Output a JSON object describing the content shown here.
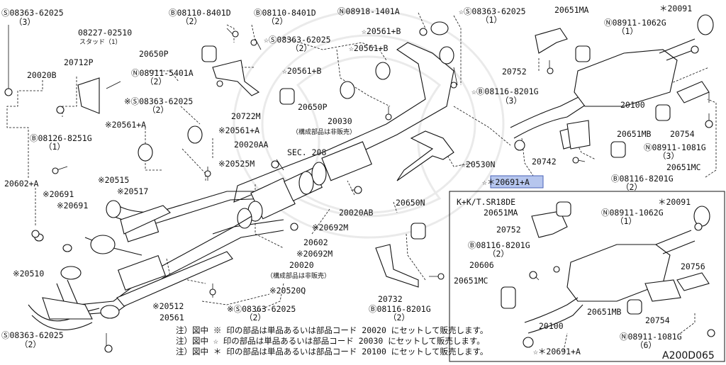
{
  "diagram": {
    "code": "A200D065",
    "sec_ref": "SEC. 208",
    "inset_title": "K+K/T.SR18DE",
    "notes": [
      "注）図中 ※ 印の部品は単品あるいは部品コード 20020 にセットして販売します。",
      "注）図中 ☆ 印の部品は単品あるいは部品コード 20030 にセットして販売します。",
      "注）図中 ＊ 印の部品は単品あるいは部品コード 20100 にセットして販売します。"
    ],
    "note_30": "（構成部品は非販売）",
    "note_20": "（構成部品は非販売）",
    "labels": {
      "l01": "Ⓢ08363-62025",
      "l01q": "（3）",
      "l02": "08227-02510",
      "l02s": "スタッド（1）",
      "l03": "20712P",
      "l04": "20020B",
      "l05": "Ⓑ08126-8251G",
      "l05q": "（1）",
      "l06": "20602+A",
      "l07": "※20691",
      "l08": "※20691",
      "l09": "※20510",
      "l10": "Ⓢ08363-62025",
      "l10q": "（2）",
      "l11": "Ⓑ08110-8401D",
      "l11q": "（2）",
      "l12": "Ⓑ08110-8401D",
      "l12q": "（2）",
      "l13": "20650P",
      "l14": "Ⓝ08911-5401A",
      "l14q": "（2）",
      "l15": "☆Ⓢ08363-62025",
      "l15q": "（2）",
      "l16": "☆20561+B",
      "l17": "20650P",
      "l18": "20722M",
      "l19": "※Ⓢ08363-62025",
      "l19q": "（2）",
      "l20": "※20561+A",
      "l21": "※20561+A",
      "l22": "20020AA",
      "l23": "※20525M",
      "l24": "※20515",
      "l25": "※20517",
      "l26": "Ⓝ08918-1401A",
      "l27": "☆Ⓢ08363-62025",
      "l27q": "（1）",
      "l28": "☆20561+B",
      "l29": "☆20561+B",
      "l30": "20030",
      "l31": "☆20530N",
      "l32": "20020AB",
      "l33": "※20692M",
      "l34": "20602",
      "l35": "※20692M",
      "l36": "20020",
      "l37": "※20520Q",
      "l38": "※Ⓢ08363-62025",
      "l38q": "（2）",
      "l39": "※20512",
      "l40": "20561",
      "l41": "20650N",
      "l42": "20732",
      "l43": "Ⓑ08116-8201G",
      "l43q": "（2）",
      "l44": "☆Ⓑ08116-8201G",
      "l44q": "（3）",
      "l45": "20651MA",
      "l46": "＊20091",
      "l47": "Ⓝ08911-1062G",
      "l47q": "（1）",
      "l48": "20752",
      "l49": "20100",
      "l50": "20651MB",
      "l51": "20754",
      "l52": "Ⓝ08911-1081G",
      "l52q": "（3）",
      "l53": "20742",
      "l54": "20651MC",
      "l55": "Ⓑ08116-8201G",
      "l55q": "（2）",
      "l56": "☆＊20691+A",
      "i01": "20651MA",
      "i02": "＊20091",
      "i03": "Ⓝ08911-1062G",
      "i03q": "（1）",
      "i04": "20752",
      "i05": "Ⓑ08116-8201G",
      "i05q": "（2）",
      "i06": "20606",
      "i07": "20756",
      "i08": "20651MC",
      "i09": "20651MB",
      "i10": "20754",
      "i11": "20100",
      "i12": "Ⓝ08911-1081G",
      "i12q": "（6）",
      "i13": "☆＊20691+A"
    }
  }
}
